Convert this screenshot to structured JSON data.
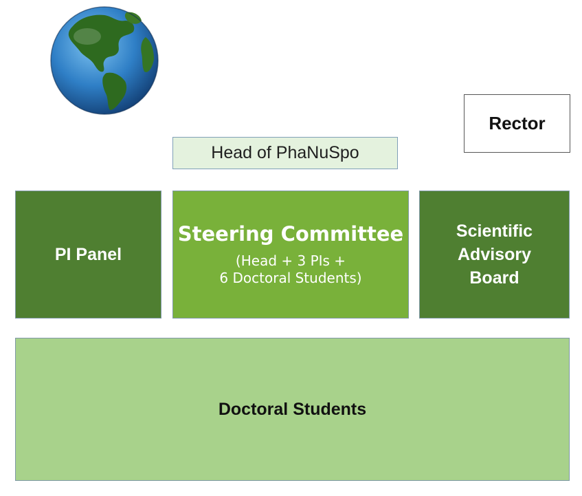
{
  "nodes": {
    "head": "Head of PhaNuSpo",
    "rector": "Rector",
    "pi_panel": "PI Panel",
    "steering": {
      "title": "Steering Committee",
      "line1": "(Head + 3 PIs +",
      "line2": "6 Doctoral Students)"
    },
    "sab": {
      "line1": "Scientific",
      "line2": "Advisory",
      "line3": "Board"
    },
    "doctoral": "Doctoral Students"
  },
  "colors": {
    "dark_green": "#4f7f31",
    "mid_green": "#79b13a",
    "light_green": "#a8d28b",
    "pale_green": "#e4f2de",
    "arrow": "#3a5a27"
  },
  "icons": {
    "globe": "globe-icon"
  }
}
